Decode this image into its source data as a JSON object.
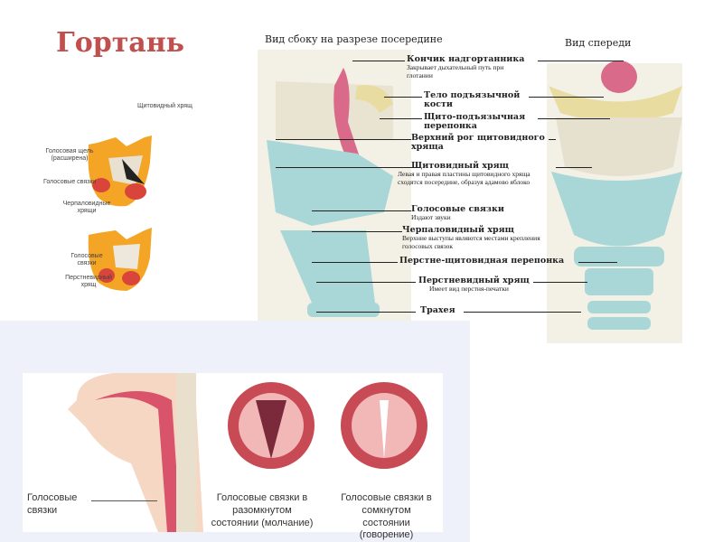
{
  "title": "Гортань",
  "left_figure": {
    "labels": [
      "Щитовидный хрящ",
      "Голосовая щель (расширена)",
      "Голосовые связки",
      "Черпаловидные хрящи",
      "Голосовые связки",
      "Перстневидный хрящ"
    ]
  },
  "main_figure": {
    "side_title": "Вид сбоку на разрезе посередине",
    "front_title": "Вид спереди",
    "labels": [
      {
        "name": "Кончик надгортанника",
        "desc": "Закрывает дыхательный путь при глотании"
      },
      {
        "name": "Тело подъязычной кости",
        "desc": ""
      },
      {
        "name": "Щито-подъязычная перепонка",
        "desc": ""
      },
      {
        "name": "Верхний рог щитовидного хряща",
        "desc": ""
      },
      {
        "name": "Щитовидный хрящ",
        "desc": "Левая и правая пластины щитовидного хряща сходятся посередине, образуя адамово яблоко"
      },
      {
        "name": "Голосовые связки",
        "desc": "Издают звуки"
      },
      {
        "name": "Черпаловидный хрящ",
        "desc": "Верхние выступы являются местами крепления голосовых связок"
      },
      {
        "name": "Перстне-щитовидная перепонка",
        "desc": ""
      },
      {
        "name": "Перстневидный хрящ",
        "desc": "Имеет вид перстня-печатки"
      },
      {
        "name": "Трахея",
        "desc": ""
      }
    ]
  },
  "bottom_figure": {
    "side_label": "Голосовые связки",
    "open_caption": "Голосовые связки в разомкнутом состоянии (молчание)",
    "closed_caption": "Голосовые связки в сомкнутом состоянии (говорение)"
  }
}
